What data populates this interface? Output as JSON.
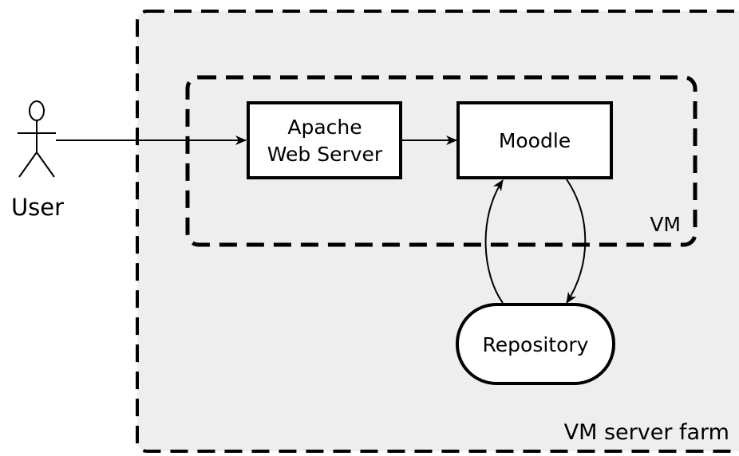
{
  "actor": {
    "label": "User"
  },
  "nodes": {
    "apache": {
      "line1": "Apache",
      "line2": "Web Server"
    },
    "moodle": {
      "label": "Moodle"
    },
    "repository": {
      "label": "Repository"
    }
  },
  "regions": {
    "vm": {
      "label": "VM"
    },
    "server_farm": {
      "label": "VM server farm"
    }
  },
  "colors": {
    "farm_fill": "#eeeeee",
    "stroke": "#000000",
    "box_fill": "#ffffff"
  }
}
